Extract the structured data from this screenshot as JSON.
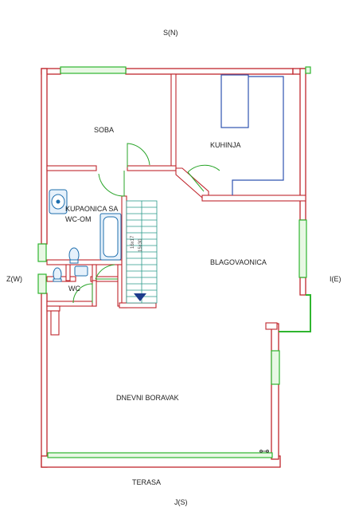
{
  "compass": {
    "north": "S(N)",
    "west": "Z(W)",
    "east": "I(E)",
    "south": "J(S)"
  },
  "rooms": {
    "soba": "SOBA",
    "kuhinja": "KUHINJA",
    "kupaonica_line1": "KUPAONICA SA",
    "kupaonica_line2": "WC-OM",
    "wc": "WC",
    "blagovaonica": "BLAGOVAONICA",
    "dnevni_boravak": "DNEVNI BORAVAK"
  },
  "outside": {
    "terasa": "TERASA"
  },
  "stairs": {
    "line1": "16x17",
    "line2": "15x30"
  },
  "colors": {
    "wall": "#c0272d",
    "wall_fill": "#ffffff",
    "window": "#2fb52f",
    "window_fill": "#e8f8e4",
    "door": "#2aa52a",
    "kitchen": "#2f54b0",
    "stair": "#2a9a8a",
    "fixture": "#1f6fae",
    "fixture_fill": "#e6f1fb"
  }
}
